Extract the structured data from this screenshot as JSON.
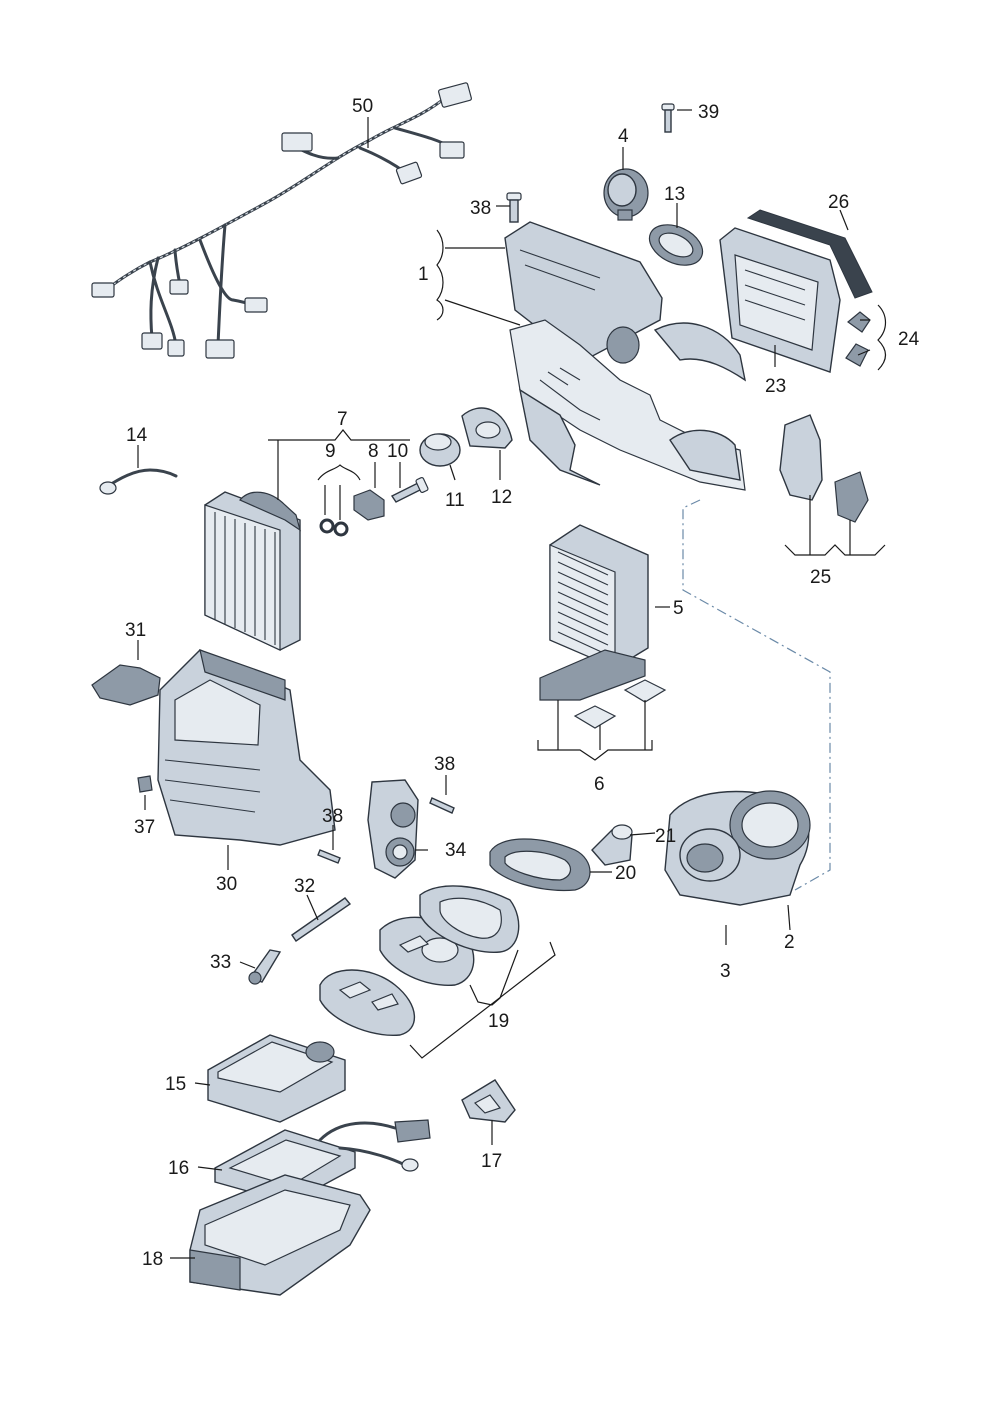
{
  "labels": {
    "n50": "50",
    "n39": "39",
    "n4": "4",
    "n38a": "38",
    "n13": "13",
    "n26": "26",
    "n1": "1",
    "n24": "24",
    "n23": "23",
    "n14": "14",
    "n7": "7",
    "n9": "9",
    "n8": "8",
    "n10": "10",
    "n11": "11",
    "n12": "12",
    "n25": "25",
    "n5": "5",
    "n31": "31",
    "n6": "6",
    "n38b": "38",
    "n38c": "38",
    "n37": "37",
    "n34": "34",
    "n30": "30",
    "n21": "21",
    "n20": "20",
    "n32": "32",
    "n2": "2",
    "n3": "3",
    "n33": "33",
    "n19": "19",
    "n15": "15",
    "n16": "16",
    "n17": "17",
    "n18": "18"
  },
  "icons": {
    "wiring_harness": "wiring-harness-icon",
    "hvac_housing": "hvac-housing-icon",
    "evaporator": "evaporator-icon",
    "blower_motor": "blower-motor-icon",
    "dust_filter": "dust-filter-icon",
    "heater_core": "heater-core-icon"
  }
}
